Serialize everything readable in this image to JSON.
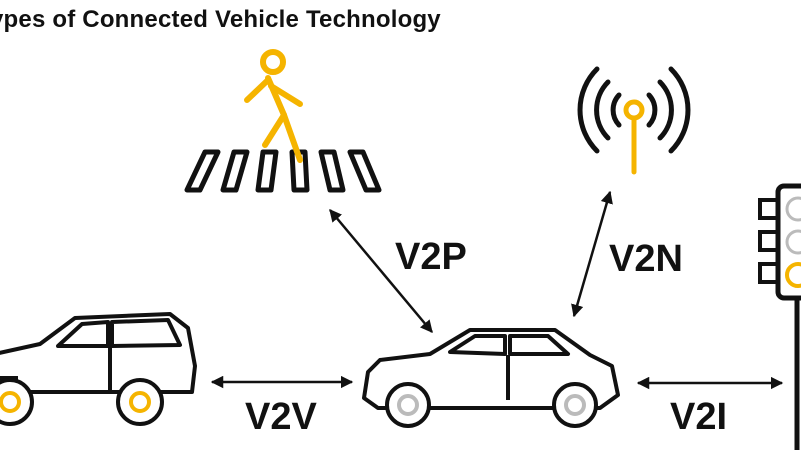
{
  "title": "ypes of Connected Vehicle Technology",
  "labels": {
    "v2p": "V2P",
    "v2n": "V2N",
    "v2v": "V2V",
    "v2i": "V2I"
  },
  "colors": {
    "accent": "#F5B400",
    "stroke": "#111111",
    "background": "#ffffff"
  },
  "icons": [
    "pedestrian-icon",
    "crosswalk-icon",
    "antenna-icon",
    "traffic-light-icon",
    "suv-icon",
    "sedan-icon"
  ]
}
